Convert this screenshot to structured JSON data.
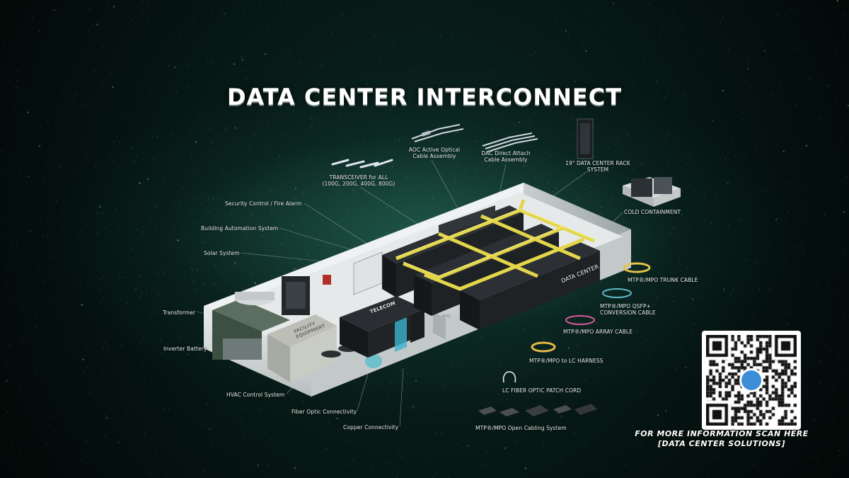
{
  "title": "DATA CENTER INTERCONNECT",
  "products": {
    "aoc": "AOC Active Optical Cable Assembly",
    "dac": "DAC Direct Attach Cable Assembly",
    "rack": "19\" DATA CENTER RACK SYSTEM",
    "transceiver": "TRANSCEIVER for ALL (100G, 200G, 400G, 800G)",
    "cold_containment": "COLD CONTAINMENT",
    "trunk": "MTP®/MPO TRUNK CABLE",
    "qsfp": "MTP®/MPO QSFP+ CONVERSION CABLE",
    "array": "MTP®/MPO ARRAY CABLE",
    "harness": "MTP®/MPO to LC HARNESS",
    "patch_cord": "LC FIBER OPTIC PATCH CORD",
    "open_cabling": "MTP®/MPO Open Cabling System"
  },
  "systems": {
    "security": "Security Control / Fire Alarm",
    "bas": "Building Automation System",
    "solar": "Solar System",
    "transformer": "Transformer",
    "inverter": "Inverter Battery",
    "hvac": "HVAC Control System",
    "fiber": "Fiber Optic Connectivity",
    "copper": "Copper Connectivity"
  },
  "building": {
    "data_center": "DATA CENTER",
    "telecom": "TELECOM",
    "facility": "FACILITY EQUIPMENT",
    "noc": "NOC"
  },
  "qr": {
    "line1": "FOR MORE INFORMATION SCAN HERE",
    "line2": "[DATA CENTER SOLUTIONS]"
  },
  "colors": {
    "background": "#05100e",
    "containment": "#e3d64a",
    "rack": "#1c1f22",
    "label": "#e8eeeb"
  }
}
